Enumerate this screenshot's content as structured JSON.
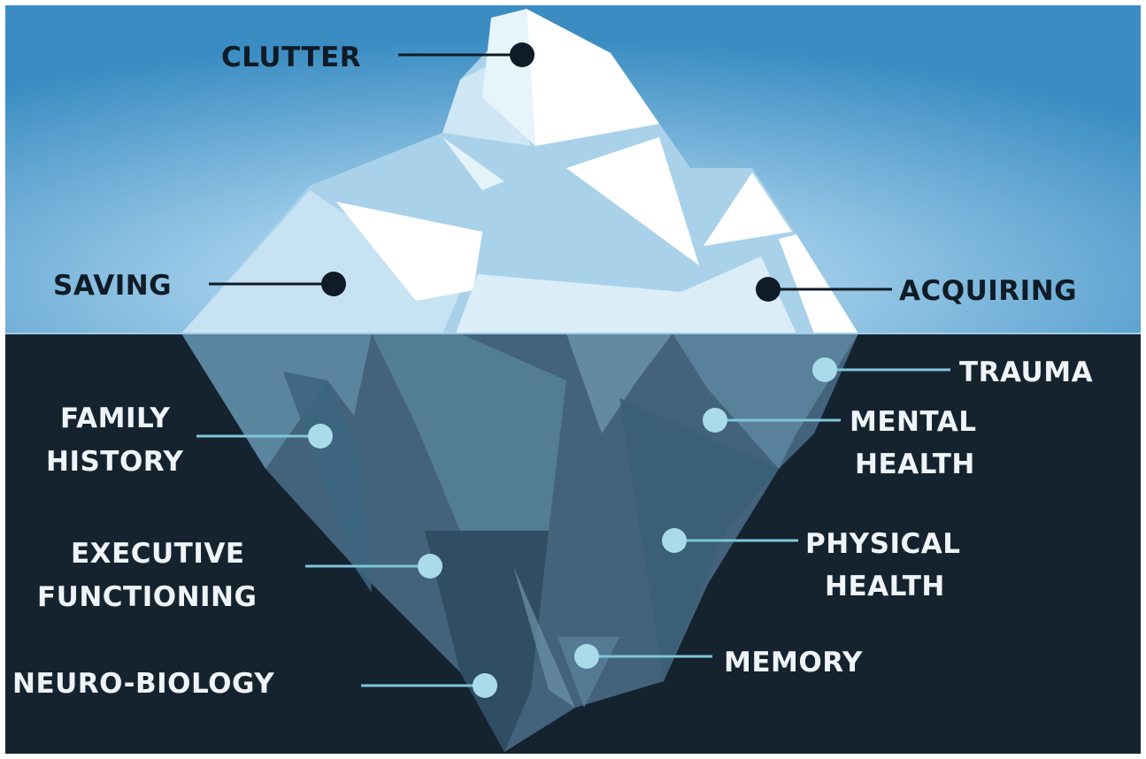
{
  "above_water": [
    {
      "id": "clutter",
      "lines": [
        "CLUTTER"
      ]
    },
    {
      "id": "saving",
      "lines": [
        "SAVING"
      ]
    },
    {
      "id": "acquiring",
      "lines": [
        "ACQUIRING"
      ]
    }
  ],
  "below_water": [
    {
      "id": "trauma",
      "lines": [
        "TRAUMA"
      ]
    },
    {
      "id": "family-history",
      "lines": [
        "FAMILY",
        "HISTORY"
      ]
    },
    {
      "id": "mental-health",
      "lines": [
        "MENTAL",
        "HEALTH"
      ]
    },
    {
      "id": "executive-functioning",
      "lines": [
        "EXECUTIVE",
        "FUNCTIONING"
      ]
    },
    {
      "id": "physical-health",
      "lines": [
        "PHYSICAL",
        "HEALTH"
      ]
    },
    {
      "id": "memory",
      "lines": [
        "MEMORY"
      ]
    },
    {
      "id": "neuro-biology",
      "lines": [
        "NEURO-BIOLOGY"
      ]
    }
  ],
  "colors": {
    "sky_top": "#3a8cc3",
    "sky_glow": "#dcefff",
    "water": "#15232f",
    "iceberg_white": "#ffffff",
    "dot_above": "#0f1b26",
    "dot_below": "#a9dbea",
    "leader_below": "#7fc6dc"
  }
}
